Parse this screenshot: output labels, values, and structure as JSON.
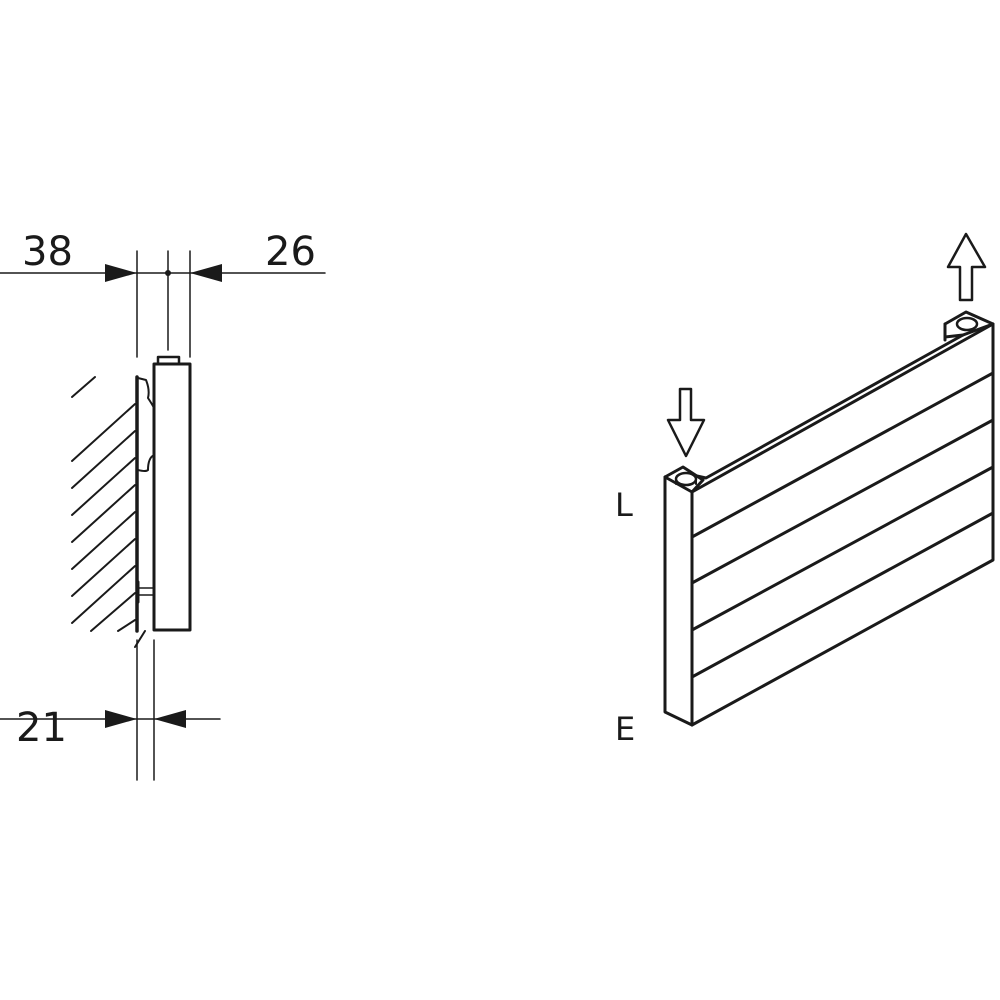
{
  "dimensions": {
    "wall_to_pipe": "38",
    "radiator_depth": "26",
    "wall_gap": "21"
  },
  "connections": {
    "inlet_label": "L",
    "outlet_label": "E"
  },
  "colors": {
    "line": "#1a1a1a",
    "background": "#ffffff"
  }
}
